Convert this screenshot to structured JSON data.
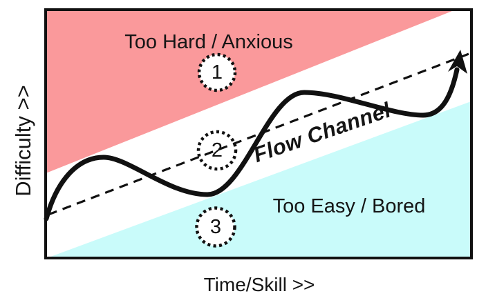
{
  "diagram": {
    "type": "flow-channel-concept",
    "y_axis_label": "Difficulty >>",
    "x_axis_label": "Time/Skill >>",
    "regions": {
      "too_hard": {
        "label": "Too Hard / Anxious",
        "marker": "1",
        "color": "#FA999B"
      },
      "flow_channel": {
        "label": "Flow Channel",
        "marker": "2",
        "color": "#FFFFFF"
      },
      "too_easy": {
        "label": "Too Easy / Bored",
        "marker": "3",
        "color": "#C9FBFA"
      }
    },
    "markers": [
      "1",
      "2",
      "3"
    ],
    "ink_color": "#111111",
    "flow_path": "oscillating curve rising around dashed trend line, ending in arrow at top right"
  }
}
